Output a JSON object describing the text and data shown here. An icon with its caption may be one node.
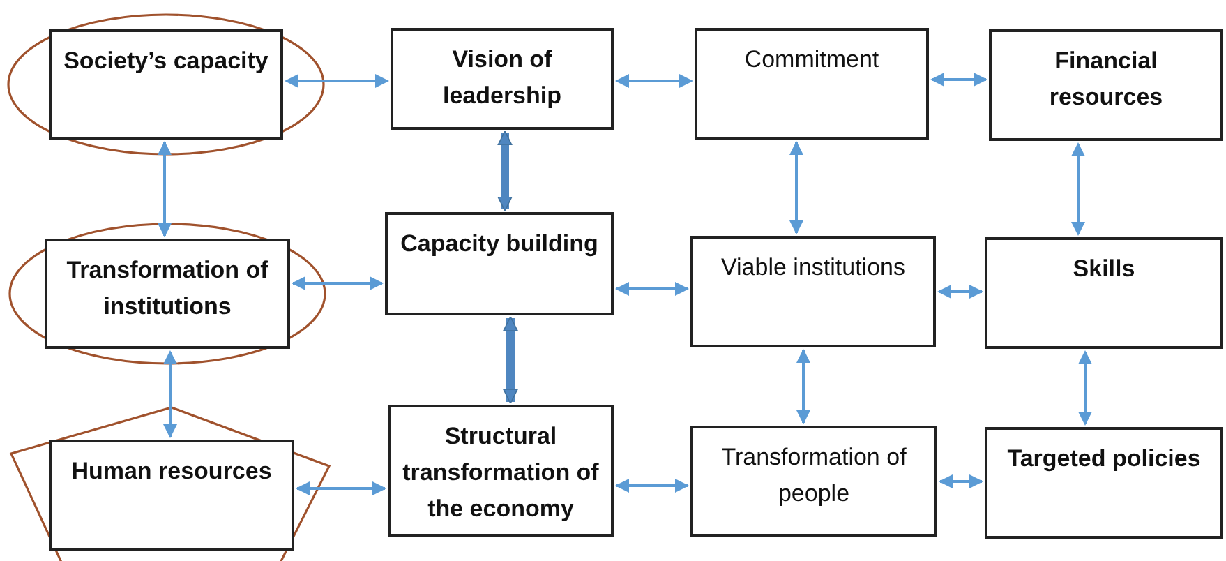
{
  "diagram": {
    "nodes": [
      {
        "text": [
          "Society’s capacity"
        ]
      },
      {
        "text": [
          "Vision of leadership"
        ]
      },
      {
        "text": [
          "Commitment"
        ]
      },
      {
        "text": [
          "Financial resources"
        ]
      },
      {
        "text": [
          "Transformation of institutions"
        ]
      },
      {
        "text": [
          "Capacity building"
        ]
      },
      {
        "text": [
          "Viable institutions"
        ]
      },
      {
        "text": [
          "Skills"
        ]
      },
      {
        "text": [
          "Human resources"
        ]
      },
      {
        "text": [
          "Structural transformation of the economy"
        ]
      },
      {
        "text": [
          "Transformation of people"
        ]
      },
      {
        "text": [
          "Targeted policies"
        ]
      }
    ],
    "edges": [
      {
        "from": 0,
        "to": 1,
        "arrow": "both"
      },
      {
        "from": 1,
        "to": 2,
        "arrow": "both"
      },
      {
        "from": 2,
        "to": 3,
        "arrow": "both"
      },
      {
        "from": 0,
        "to": 4,
        "arrow": "both"
      },
      {
        "from": 1,
        "to": 5,
        "arrow": "both",
        "style": "thick"
      },
      {
        "from": 2,
        "to": 6,
        "arrow": "both"
      },
      {
        "from": 3,
        "to": 7,
        "arrow": "both"
      },
      {
        "from": 4,
        "to": 5,
        "arrow": "both"
      },
      {
        "from": 5,
        "to": 6,
        "arrow": "both"
      },
      {
        "from": 6,
        "to": 7,
        "arrow": "both"
      },
      {
        "from": 4,
        "to": 8,
        "arrow": "both"
      },
      {
        "from": 5,
        "to": 9,
        "arrow": "both",
        "style": "thick"
      },
      {
        "from": 6,
        "to": 10,
        "arrow": "both"
      },
      {
        "from": 7,
        "to": 11,
        "arrow": "both"
      },
      {
        "from": 8,
        "to": 9,
        "arrow": "both"
      },
      {
        "from": 9,
        "to": 10,
        "arrow": "both"
      },
      {
        "from": 10,
        "to": 11,
        "arrow": "both"
      }
    ]
  }
}
